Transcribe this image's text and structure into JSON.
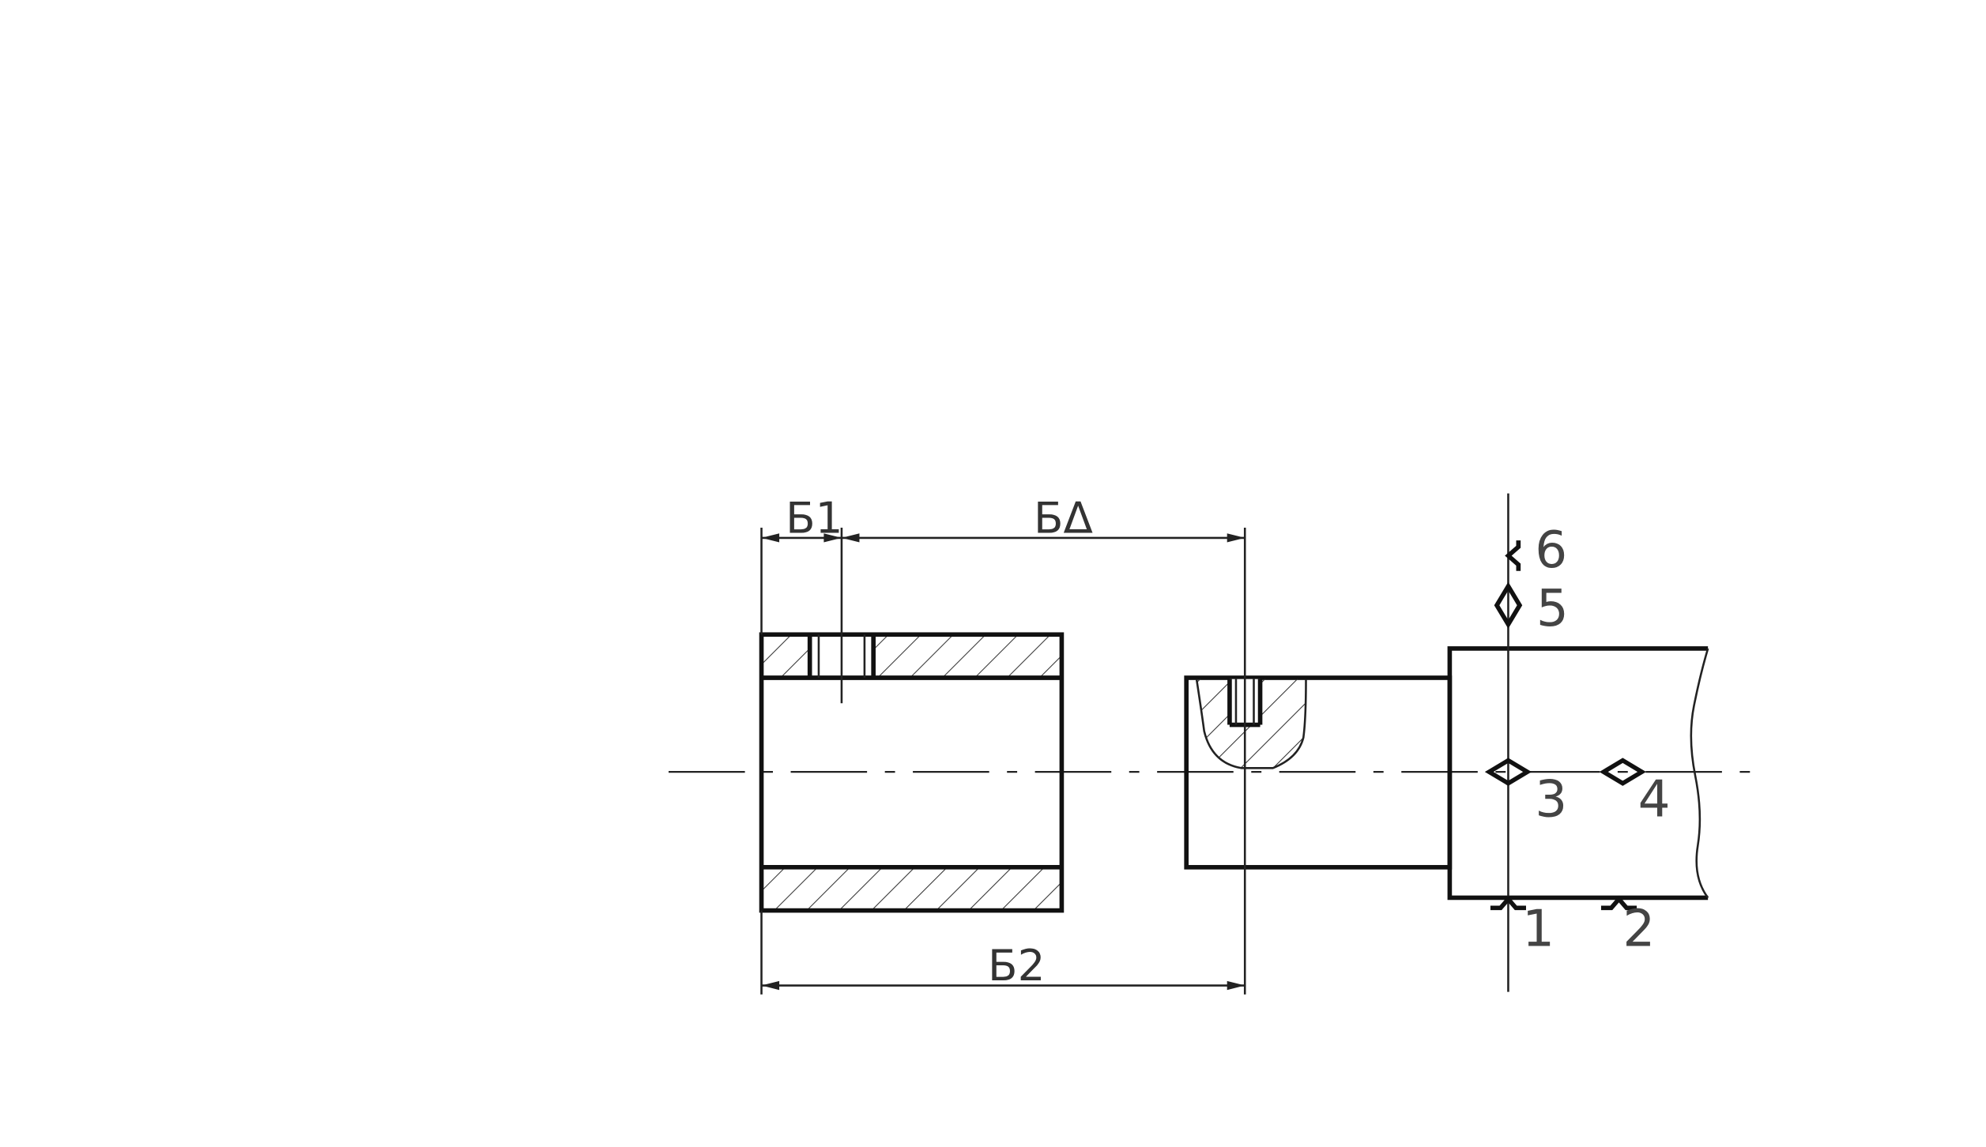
{
  "dimensions": {
    "b1": "Б1",
    "b_delta": "БΔ",
    "b2": "Б2"
  },
  "markers": {
    "m1": "1",
    "m2": "2",
    "m3": "3",
    "m4": "4",
    "m5": "5",
    "m6": "6"
  },
  "colors": {
    "line": "#111111",
    "background": "#ffffff"
  }
}
